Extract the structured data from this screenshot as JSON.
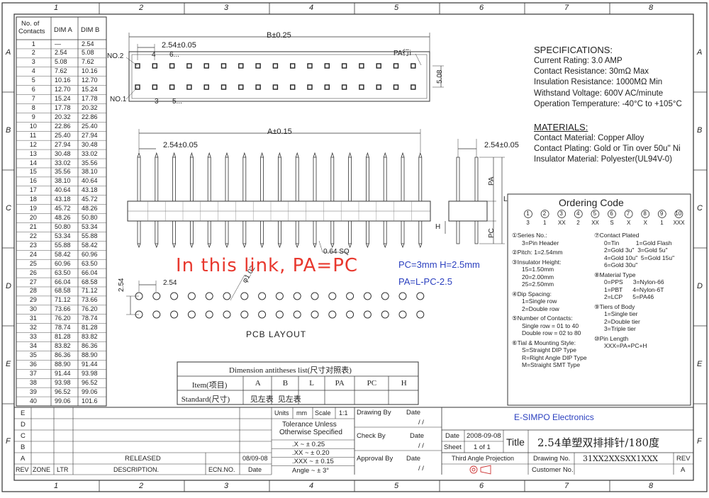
{
  "grid": {
    "columns": [
      "1",
      "2",
      "3",
      "4",
      "5",
      "6",
      "7",
      "8"
    ],
    "rows": [
      "A",
      "B",
      "C",
      "D",
      "E",
      "F"
    ]
  },
  "contacts_table": {
    "headers": [
      "No. of Contacts",
      "DIM A",
      "DIM B"
    ],
    "rows": [
      [
        "1",
        "—",
        "2.54"
      ],
      [
        "2",
        "2.54",
        "5.08"
      ],
      [
        "3",
        "5.08",
        "7.62"
      ],
      [
        "4",
        "7.62",
        "10.16"
      ],
      [
        "5",
        "10.16",
        "12.70"
      ],
      [
        "6",
        "12.70",
        "15.24"
      ],
      [
        "7",
        "15.24",
        "17.78"
      ],
      [
        "8",
        "17.78",
        "20.32"
      ],
      [
        "9",
        "20.32",
        "22.86"
      ],
      [
        "10",
        "22.86",
        "25.40"
      ],
      [
        "11",
        "25.40",
        "27.94"
      ],
      [
        "12",
        "27.94",
        "30.48"
      ],
      [
        "13",
        "30.48",
        "33.02"
      ],
      [
        "14",
        "33.02",
        "35.56"
      ],
      [
        "15",
        "35.56",
        "38.10"
      ],
      [
        "16",
        "38.10",
        "40.64"
      ],
      [
        "17",
        "40.64",
        "43.18"
      ],
      [
        "18",
        "43.18",
        "45.72"
      ],
      [
        "19",
        "45.72",
        "48.26"
      ],
      [
        "20",
        "48.26",
        "50.80"
      ],
      [
        "21",
        "50.80",
        "53.34"
      ],
      [
        "22",
        "53.34",
        "55.88"
      ],
      [
        "23",
        "55.88",
        "58.42"
      ],
      [
        "24",
        "58.42",
        "60.96"
      ],
      [
        "25",
        "60.96",
        "63.50"
      ],
      [
        "26",
        "63.50",
        "66.04"
      ],
      [
        "27",
        "66.04",
        "68.58"
      ],
      [
        "28",
        "68.58",
        "71.12"
      ],
      [
        "29",
        "71.12",
        "73.66"
      ],
      [
        "30",
        "73.66",
        "76.20"
      ],
      [
        "31",
        "76.20",
        "78.74"
      ],
      [
        "32",
        "78.74",
        "81.28"
      ],
      [
        "33",
        "81.28",
        "83.82"
      ],
      [
        "34",
        "83.82",
        "86.36"
      ],
      [
        "35",
        "86.36",
        "88.90"
      ],
      [
        "36",
        "88.90",
        "91.44"
      ],
      [
        "37",
        "91.44",
        "93.98"
      ],
      [
        "38",
        "93.98",
        "96.52"
      ],
      [
        "39",
        "96.52",
        "99.06"
      ],
      [
        "40",
        "99.06",
        "101.6"
      ]
    ]
  },
  "drawing_labels": {
    "top_b": "B±0.25",
    "top_pitch": "2.54±0.05",
    "no2": "NO.2",
    "no1": "NO.1",
    "pin4": "4",
    "pin6": "6...",
    "pin3": "3",
    "pin5": "5...",
    "pa_top": "PA行i",
    "dim_508": "5.08",
    "front_a": "A±0.15",
    "front_pitch": "2.54±0.05",
    "side_pitch": "2.54±0.05",
    "side_pa": "PA",
    "side_pc": "PC",
    "side_l": "L",
    "side_h": "H",
    "sq": "0.64 SQ",
    "pcb_254_v": "2.54",
    "pcb_254_h": "2.54",
    "pcb_hole": "φ1.02",
    "pcb_layout": "PCB LAYOUT"
  },
  "overlay": {
    "main": "In this link, PA=PC",
    "note1": "PC=3mm  H=2.5mm",
    "note2": "PA=L-PC-2.5"
  },
  "specifications": {
    "title": "SPECIFICATIONS:",
    "lines": [
      "Current Rating: 3.0 AMP",
      "Contact Resistance: 30mΩ Max",
      "Insulation Resistance: 1000MΩ Min",
      "Withstand Voltage: 600V AC/minute",
      "Operation Temperature: -40°C to +105°C"
    ]
  },
  "materials": {
    "title": "MATERIALS:",
    "lines": [
      "Contact Material: Copper Alloy",
      "Contact Plating: Gold or Tin over 50u\" Ni",
      "Insulator Material: Polyester(UL94V-0)"
    ]
  },
  "ordering": {
    "title": "Ordering Code",
    "circles": [
      "1",
      "2",
      "3",
      "4",
      "5",
      "6",
      "7",
      "8",
      "9",
      "10"
    ],
    "values": [
      "3",
      "1",
      "XX",
      "2",
      "XX",
      "S",
      "X",
      "X",
      "1",
      "XXX"
    ],
    "left_groups": [
      {
        "head": "①Series No.:",
        "lines": [
          "3=Pin Header"
        ]
      },
      {
        "head": "②Pitch: 1=2.54mm",
        "lines": []
      },
      {
        "head": "③Insulator Height:",
        "lines": [
          "15=1.50mm",
          "20=2.00mm",
          "25=2.50mm"
        ]
      },
      {
        "head": "④Dip Spacing:",
        "lines": [
          "1=Single row",
          "2=Double row"
        ]
      },
      {
        "head": "⑤Number of Contacts:",
        "lines": [
          "Single row = 01 to 40",
          "Double row = 02 to 80"
        ]
      },
      {
        "head": "⑥Tial & Mounting Style:",
        "lines": [
          "S=Straight DIP Type",
          "R=Right Angle DIP Type",
          "M=Straight SMT Type"
        ]
      }
    ],
    "right_groups": [
      {
        "head": "⑦Contact Plated",
        "lines": [
          "0=Tin          1=Gold Flash",
          "2=Gold 3u\"  3=Gold 5u\"",
          "4=Gold 10u\"  5=Gold 15u\"",
          "6=Gold 30u\""
        ]
      },
      {
        "head": "⑧Material Type",
        "lines": [
          "0=PPS      3=Nylon-66",
          "1=PBT      4=Nylon-6T",
          "2=LCP      5=PA46"
        ]
      },
      {
        "head": "⑨Tiers of Body",
        "lines": [
          "1=Single tier",
          "2=Double tier",
          "3=Triple tier"
        ]
      },
      {
        "head": "⑩Pin Length",
        "lines": [
          "XXX=PA+PC+H"
        ]
      }
    ]
  },
  "dimension_table": {
    "title": "Dimension antitheses list(尺寸对照表)",
    "headers": [
      "Item(项目)",
      "A",
      "B",
      "L",
      "PA",
      "PC",
      "H"
    ],
    "row": [
      "Standard(尺寸)",
      "见左表",
      "见左表",
      "",
      "",
      "",
      ""
    ]
  },
  "title_block": {
    "rev_rows": [
      "E",
      "D",
      "C",
      "B",
      "A"
    ],
    "released": "RELEASED",
    "released_date": "08/09-08",
    "rev": "REV",
    "zone": "ZONE",
    "ltr": "LTR",
    "description": "DESCRIPTION.",
    "ecn": "ECN.NO.",
    "date": "Date",
    "units": "Units",
    "mm": "mm",
    "scale": "Scale",
    "scale_val": "1:1",
    "tolerance": [
      "Tolerance Unless",
      "Otherwise Specified"
    ],
    "tol_rows": [
      ".X ~ ± 0.25",
      ".XX ~ ± 0.20",
      ".XXX ~ ± 0.15",
      "Angle ~ ± 3°"
    ],
    "drawing_by": "Drawing By",
    "check_by": "Check  By",
    "approval_by": "Approval By",
    "slash": "/  /",
    "company": "E-SIMPO Electronics",
    "date_label": "Date",
    "date_value": "2008-09-08",
    "sheet_label": "Sheet",
    "sheet_value": "1 of 1",
    "title_label": "Title",
    "title_value": "2.54单塑双排排针/180度",
    "projection": "Third Angle Projection",
    "drawing_no_label": "Drawing No.",
    "drawing_no_value": "31XX2XXSXX1XXX",
    "customer_no_label": "Customer No.",
    "rev_label": "REV",
    "rev_value": "A"
  }
}
